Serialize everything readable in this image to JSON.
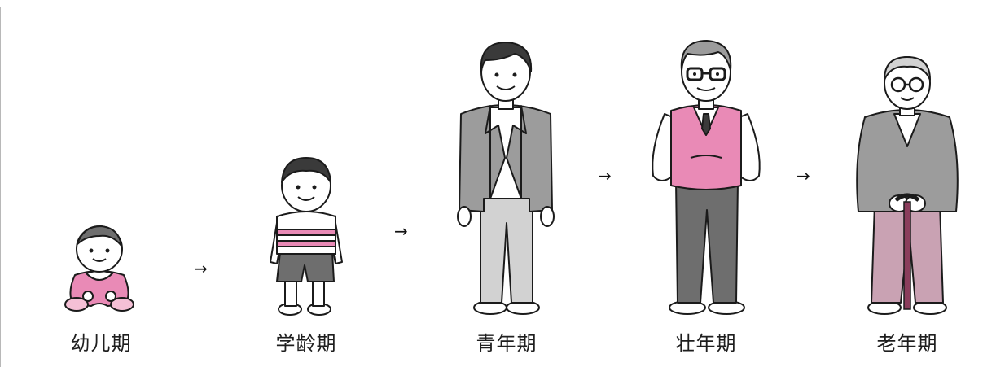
{
  "stages": [
    {
      "label": "幼儿期",
      "icon": "infant-figure"
    },
    {
      "label": "学龄期",
      "icon": "school-age-child-figure"
    },
    {
      "label": "青年期",
      "icon": "young-adult-figure"
    },
    {
      "label": "壮年期",
      "icon": "middle-aged-adult-figure"
    },
    {
      "label": "老年期",
      "icon": "elderly-person-figure"
    }
  ],
  "arrows": [
    "→",
    "→",
    "→",
    "→"
  ],
  "colors": {
    "pink": "#e98ab6",
    "pink_light": "#f5c0d6",
    "grey_dark": "#6e6e6e",
    "grey_mid": "#9c9c9c",
    "grey_light": "#d2d2d2",
    "mauve": "#c9a2b3",
    "outline": "#1b1b1b"
  }
}
